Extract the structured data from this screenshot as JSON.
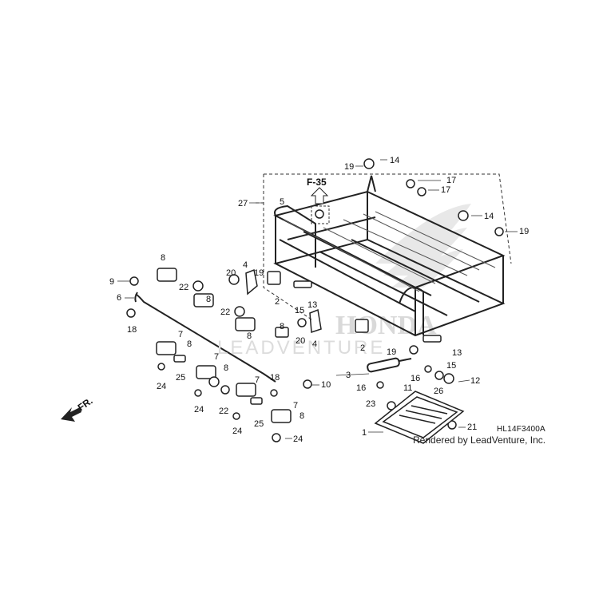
{
  "diagram": {
    "reference_label": "F-35",
    "front_label": "FR.",
    "diagram_code": "HL14F3400A",
    "credit": "Rendered by LeadVenture, Inc.",
    "watermark_brand": "HONDA",
    "watermark_text": "LEADVENTURE",
    "callouts": [
      "14",
      "19",
      "17",
      "17",
      "14",
      "19",
      "27",
      "5",
      "8",
      "9",
      "20",
      "4",
      "22",
      "6",
      "22",
      "19",
      "13",
      "18",
      "7",
      "8",
      "8",
      "15",
      "2",
      "25",
      "7",
      "8",
      "18",
      "10",
      "20",
      "2",
      "24",
      "8",
      "7",
      "8",
      "4",
      "19",
      "13",
      "15",
      "3",
      "16",
      "12",
      "16",
      "11",
      "26",
      "23",
      "24",
      "22",
      "7",
      "24",
      "25",
      "8",
      "21",
      "24",
      "1"
    ]
  }
}
